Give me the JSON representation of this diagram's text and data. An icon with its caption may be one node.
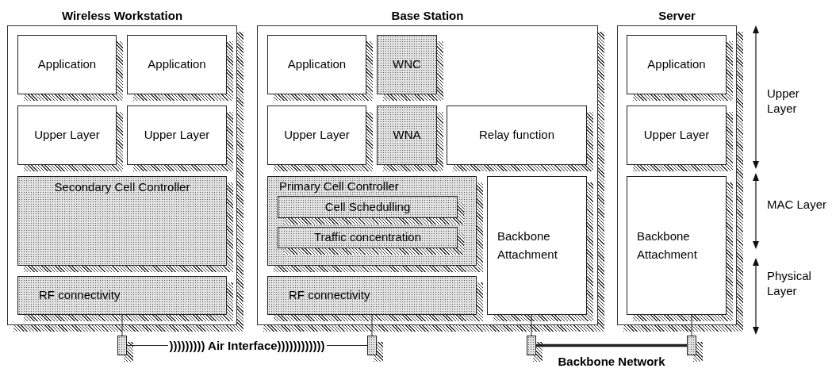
{
  "diagram": {
    "nodes": [
      {
        "text": [
          "Wireless Workstation"
        ]
      },
      {
        "text": [
          "Application"
        ],
        "in": 0
      },
      {
        "text": [
          "Application"
        ],
        "in": 0
      },
      {
        "text": [
          "Upper Layer"
        ],
        "in": 0
      },
      {
        "text": [
          "Upper Layer"
        ],
        "in": 0
      },
      {
        "text": [
          "Secondary Cell Controller"
        ],
        "in": 0
      },
      {
        "text": [
          "RF connectivity"
        ],
        "in": 0
      },
      {
        "text": [
          "Base Station"
        ]
      },
      {
        "text": [
          "Application"
        ],
        "in": 7
      },
      {
        "text": [
          "WNC"
        ],
        "in": 7
      },
      {
        "text": [
          "Upper Layer"
        ],
        "in": 7
      },
      {
        "text": [
          "WNA"
        ],
        "in": 7
      },
      {
        "text": [
          "Relay function"
        ],
        "in": 7
      },
      {
        "text": [
          "Primary Cell Controller"
        ],
        "in": 7
      },
      {
        "text": [
          "Cell Schedulling"
        ],
        "in": 13
      },
      {
        "text": [
          "Traffic concentration"
        ],
        "in": 13
      },
      {
        "text": [
          "Backbone Attachment"
        ],
        "in": 7
      },
      {
        "text": [
          "RF connectivity"
        ],
        "in": 7
      },
      {
        "text": [
          "Server"
        ]
      },
      {
        "text": [
          "Application"
        ],
        "in": 18
      },
      {
        "text": [
          "Upper Layer"
        ],
        "in": 18
      },
      {
        "text": [
          "Backbone Attachment"
        ],
        "in": 18
      },
      {
        "text": [],
        "shape": "box"
      },
      {
        "text": [],
        "shape": "box"
      },
      {
        "text": [],
        "shape": "box"
      },
      {
        "text": [],
        "shape": "box"
      }
    ],
    "edges": [
      {
        "from": 6,
        "to": 22,
        "arrow": "none"
      },
      {
        "from": 22,
        "to": 23,
        "arrow": "none",
        "label": "))))))))) Air Interface))))))))))))"
      },
      {
        "from": 17,
        "to": 23,
        "arrow": "none"
      },
      {
        "from": 16,
        "to": 24,
        "arrow": "none"
      },
      {
        "from": 21,
        "to": 25,
        "arrow": "none"
      },
      {
        "from": 24,
        "to": 25,
        "arrow": "none",
        "style": "thick",
        "label": "Backbone Network"
      }
    ],
    "labels": [
      "Upper Layer",
      "MAC Layer",
      "Physical Layer"
    ]
  }
}
